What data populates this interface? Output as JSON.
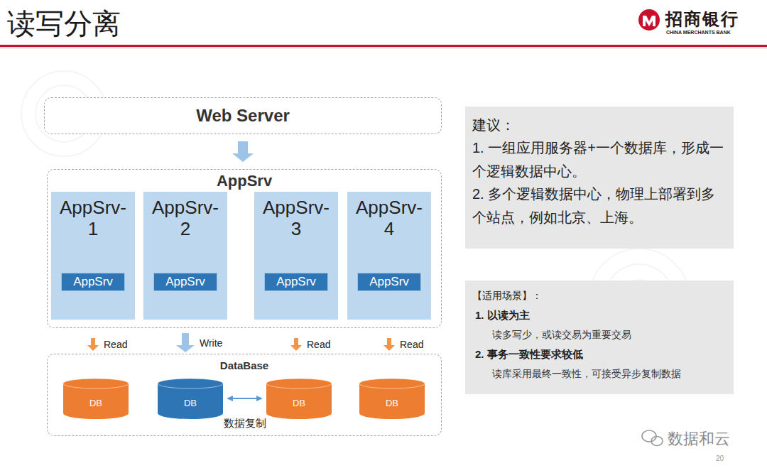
{
  "diagram": {
    "title": "读写分离",
    "nodes": [
      {
        "text": [
          "Web Server"
        ]
      },
      {
        "text": [
          "AppSrv"
        ]
      },
      {
        "text": [
          "AppSrv-1"
        ],
        "in": 1
      },
      {
        "text": [
          "AppSrv"
        ],
        "in": 2
      },
      {
        "text": [
          "AppSrv-2"
        ],
        "in": 1
      },
      {
        "text": [
          "AppSrv"
        ],
        "in": 4
      },
      {
        "text": [
          "AppSrv-3"
        ],
        "in": 1
      },
      {
        "text": [
          "AppSrv"
        ],
        "in": 6
      },
      {
        "text": [
          "AppSrv-4"
        ],
        "in": 1
      },
      {
        "text": [
          "AppSrv"
        ],
        "in": 8
      },
      {
        "text": [
          "DataBase"
        ]
      },
      {
        "text": [
          "DB"
        ],
        "in": 10
      },
      {
        "text": [
          "DB"
        ],
        "in": 10
      },
      {
        "text": [
          "DB"
        ],
        "in": 10
      },
      {
        "text": [
          "DB"
        ],
        "in": 10
      },
      {
        "text": [
          "建议：",
          "1. 一组应用服务器+一个数据库，形成一个逻辑数据中心。",
          "2. 多个逻辑数据中心，物理上部署到多个站点，例如北京、上海。"
        ]
      },
      {
        "text": [
          "【适用场景】：",
          "1. 以读为主",
          "读多写少，或读交易为重要交易",
          "2. 事务一致性要求较低",
          "读库采用最终一致性，可接受异步复制数据"
        ]
      }
    ],
    "edges": [
      {
        "from": 0,
        "to": 1,
        "arrow": "to"
      },
      {
        "from": 2,
        "to": 10,
        "label": "Read",
        "arrow": "to"
      },
      {
        "from": 4,
        "to": 10,
        "label": "Write",
        "arrow": "to"
      },
      {
        "from": 6,
        "to": 10,
        "label": "Read",
        "arrow": "to"
      },
      {
        "from": 8,
        "to": 10,
        "label": "Read",
        "arrow": "to"
      },
      {
        "from": 12,
        "to": 13,
        "label": "数据复制",
        "arrow": "both"
      }
    ],
    "labels": [
      "招商银行",
      "CHINA MERCHANTS BANK",
      "数据和云",
      "20"
    ]
  }
}
